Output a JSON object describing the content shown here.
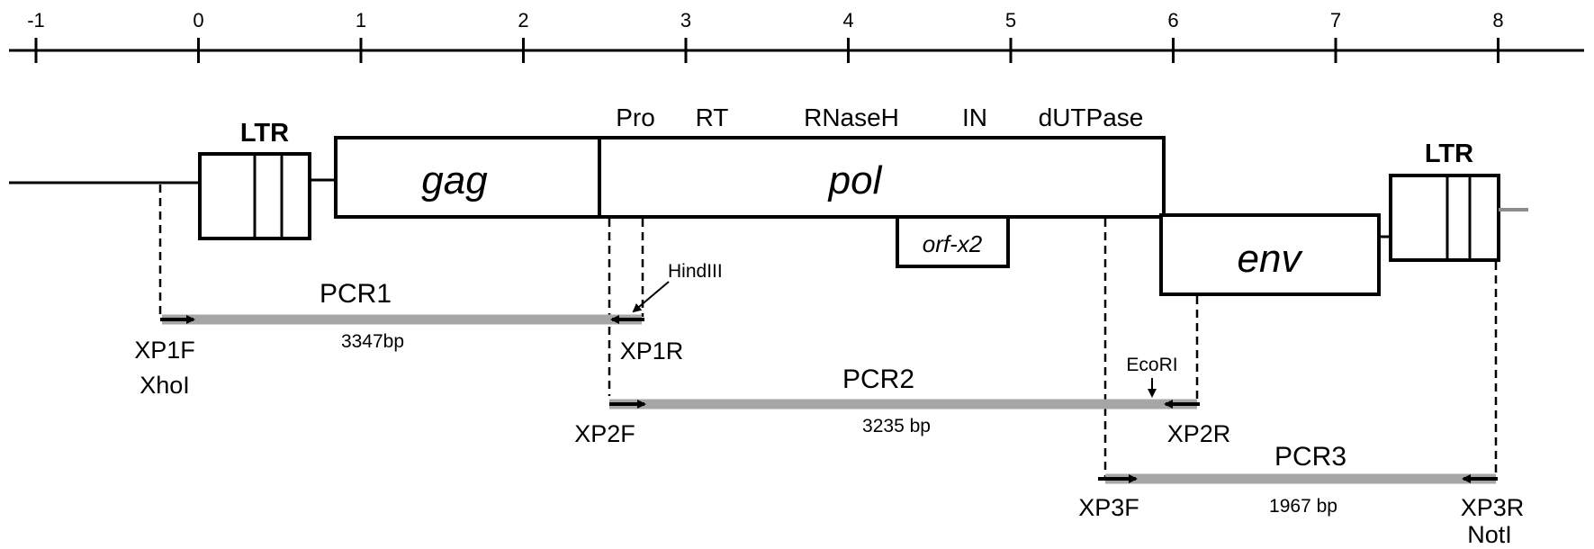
{
  "ruler": {
    "ticks": [
      "-1",
      "0",
      "1",
      "2",
      "3",
      "4",
      "5",
      "6",
      "7",
      "8"
    ]
  },
  "genome": {
    "ltr_left": "LTR",
    "ltr_right": "LTR",
    "gag": "gag",
    "pol": "pol",
    "env": "env",
    "orf": "orf-x2",
    "pol_domains": [
      "Pro",
      "RT",
      "RNaseH",
      "IN",
      "dUTPase"
    ]
  },
  "pcr": [
    {
      "name": "PCR1",
      "size": "3347bp",
      "forward": "XP1F",
      "forward_site": "XhoI",
      "reverse": "XP1R",
      "site": "HindIII"
    },
    {
      "name": "PCR2",
      "size": "3235 bp",
      "forward": "XP2F",
      "reverse": "XP2R",
      "site": "EcoRI"
    },
    {
      "name": "PCR3",
      "size": "1967 bp",
      "forward": "XP3F",
      "reverse": "XP3R",
      "reverse_site": "NotI"
    }
  ]
}
